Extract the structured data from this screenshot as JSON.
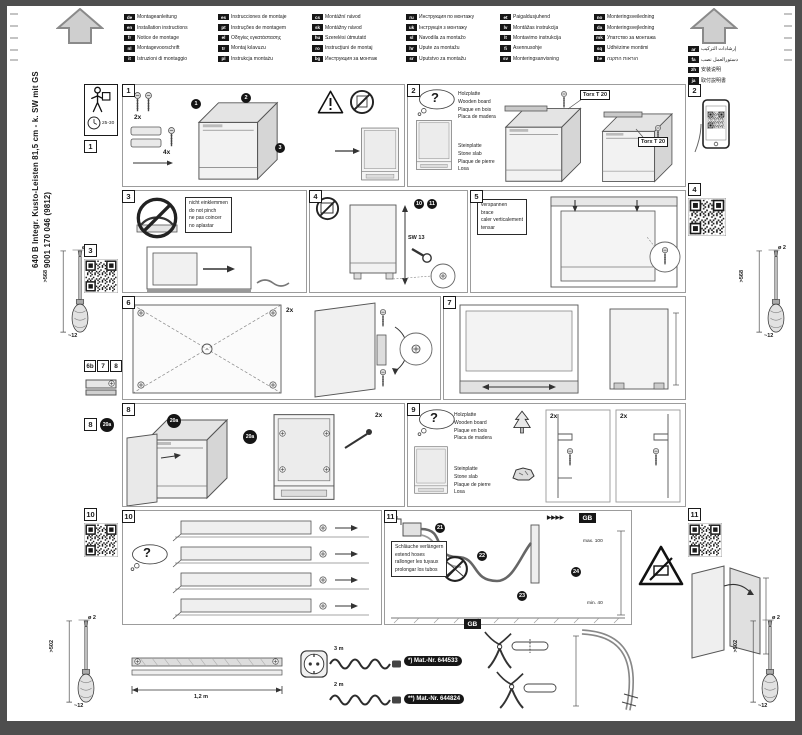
{
  "doc": {
    "model": "640 B Integr. Kusto-Leisten 81,5 cm - k. SW mit GS",
    "number": "9001 170 046 (9812)"
  },
  "qm": "?",
  "languages": [
    {
      "code": "de",
      "label": "Montageanleitung"
    },
    {
      "code": "en",
      "label": "Installation instructions"
    },
    {
      "code": "fr",
      "label": "Notice de montage"
    },
    {
      "code": "nl",
      "label": "Montagevoorschrift"
    },
    {
      "code": "it",
      "label": "Istruzioni di montaggio"
    },
    {
      "code": "es",
      "label": "Instrucciones de montaje"
    },
    {
      "code": "pt",
      "label": "Instruções de montagem"
    },
    {
      "code": "el",
      "label": "Οδηγίες εγκατάστασης"
    },
    {
      "code": "tr",
      "label": "Montaj kılavuzu"
    },
    {
      "code": "pl",
      "label": "Instrukcja montażu"
    },
    {
      "code": "cs",
      "label": "Montážní návod"
    },
    {
      "code": "sk",
      "label": "Montážny návod"
    },
    {
      "code": "hu",
      "label": "Szerelési útmutató"
    },
    {
      "code": "ro",
      "label": "Instrucţiuni de montaj"
    },
    {
      "code": "bg",
      "label": "Инструкция за монтаж"
    },
    {
      "code": "ru",
      "label": "Инструкция по монтажу"
    },
    {
      "code": "uk",
      "label": "Інструкція з монтажу"
    },
    {
      "code": "sl",
      "label": "Navodila za montažo"
    },
    {
      "code": "hr",
      "label": "Upute za montažu"
    },
    {
      "code": "sr",
      "label": "Uputstvo za montažu"
    },
    {
      "code": "et",
      "label": "Paigaldusjuhend"
    },
    {
      "code": "lv",
      "label": "Montāžas instrukcija"
    },
    {
      "code": "lt",
      "label": "Montavimo instrukcija"
    },
    {
      "code": "fi",
      "label": "Asennusohje"
    },
    {
      "code": "sv",
      "label": "Monteringsanvisning"
    },
    {
      "code": "no",
      "label": "Monteringsveiledning"
    },
    {
      "code": "da",
      "label": "Monteringsvejledning"
    },
    {
      "code": "mk",
      "label": "Упатство за монтажа"
    },
    {
      "code": "sq",
      "label": "Udhëzime montimi"
    },
    {
      "code": "he",
      "label": "הוראות התקנה"
    }
  ],
  "languages_extra": [
    {
      "code": "ar",
      "label": "إرشادات التركيب"
    },
    {
      "code": "fa",
      "label": "دستورالعمل نصب"
    },
    {
      "code": "zh",
      "label": "安装说明"
    },
    {
      "code": "ja",
      "label": "取付説明書"
    }
  ],
  "materials": {
    "wood": [
      "Holzplatte",
      "Wooden board",
      "Plaque en bois",
      "Placa de madera"
    ],
    "stone": [
      "Steinplatte",
      "Stone slab",
      "Plaque de pierre",
      "Losa"
    ]
  },
  "margin": {
    "badge_1": "1",
    "badge_2": "2",
    "badge_3": "3",
    "badge_4": "4",
    "badge_6b": "6b",
    "badge_7": "7",
    "badge_8": "8",
    "badge_10": "10",
    "badge_11": "11",
    "circle_20a": "20a",
    "lift_minutes": "25-30"
  },
  "p1": {
    "num": "1",
    "count_a": "2x",
    "count_b": "4x",
    "step_1": "1",
    "step_2": "2",
    "step_3": "3"
  },
  "p2": {
    "num": "2",
    "torx": "Torx T 20"
  },
  "p3": {
    "num": "3",
    "warning": [
      "nicht einklemmen",
      "do not pinch",
      "ne pas coincer",
      "no aplastar"
    ]
  },
  "p4": {
    "num": "4",
    "wrench": "SW 13",
    "step_1": "10",
    "step_2": "11"
  },
  "p5": {
    "num": "5",
    "warning": [
      "verspannen",
      "brace",
      "caler verticalement",
      "tensar"
    ]
  },
  "p6": {
    "num": "6",
    "count": "2x"
  },
  "p7": {
    "num": "7"
  },
  "p8": {
    "num": "8",
    "callout": "20a",
    "count": "2x"
  },
  "p9": {
    "num": "9",
    "count_a": "2x",
    "count_b": "2x"
  },
  "p10": {
    "num": "10"
  },
  "p11": {
    "num": "11",
    "note": [
      "Schläuche verlängern",
      "extend hoses",
      "rallonger les tuyaux",
      "prolongar los tubos"
    ],
    "flow": "▶▶▶▶",
    "gb": "GB",
    "dim_max": "max. 100",
    "dim_min": "min. 40",
    "step_1": "21",
    "step_2": "22",
    "step_3": "23",
    "step_4": "24"
  },
  "bottom": {
    "strip_length": "1,2 m",
    "cable_1_length": "3 m",
    "cable_1_mat": "*) Mat.-Nr. 644533",
    "cable_2_length": "2 m",
    "cable_2_mat": "**) Mat.-Nr. 644824",
    "gb": "GB"
  },
  "tools": {
    "diameter": "ø 2",
    "length_mid": ">568",
    "length_bottom": ">502",
    "offset": "~12"
  }
}
